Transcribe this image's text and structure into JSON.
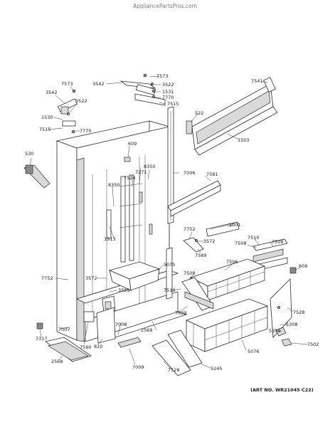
{
  "watermark": "AppliancePartsPros.com",
  "art_number": "(ART NO. WR21045 C22)",
  "callouts": {
    "c7573a": "7573",
    "c3542a": "3542",
    "c3522a": "3522",
    "c1530": "1530",
    "c7515a": "7515",
    "c7770a": "7770",
    "c530": "530",
    "c3542b": "3542",
    "c7573b": "7573",
    "c3522b": "3522",
    "c1531": "1531",
    "c7770b": "7770",
    "c7515b": "7515",
    "c7541": "7541",
    "c522": "522",
    "c1503": "1503",
    "c609a": "609",
    "c8350a": "8350",
    "c7271": "7271",
    "c7524": "7524",
    "c8350b": "8350",
    "c7006": "7006",
    "c7581": "7581",
    "c1513": "1513",
    "c1001": "1001",
    "c7752a": "7752",
    "c3572a": "3572",
    "c7589": "7589",
    "c7510a": "7510",
    "c7509a": "7509",
    "c7508a": "7508",
    "c7506": "7506",
    "c609b": "609",
    "c5075": "5075",
    "c7508b": "7508",
    "c7752b": "7752",
    "c3572b": "3572",
    "c3599": "3599",
    "c7510b": "7510",
    "c7509b": "7509",
    "c7528a": "7528",
    "c5308": "5308",
    "c5359": "5359",
    "c7502": "7502",
    "c7008": "7008",
    "c2569": "2569",
    "c7007": "7007",
    "c7317": "7317",
    "c7590": "7590",
    "c820": "820",
    "c5076": "5076",
    "c2568": "2568",
    "c7009": "7009",
    "c7528b": "7528",
    "c5245": "5245"
  }
}
